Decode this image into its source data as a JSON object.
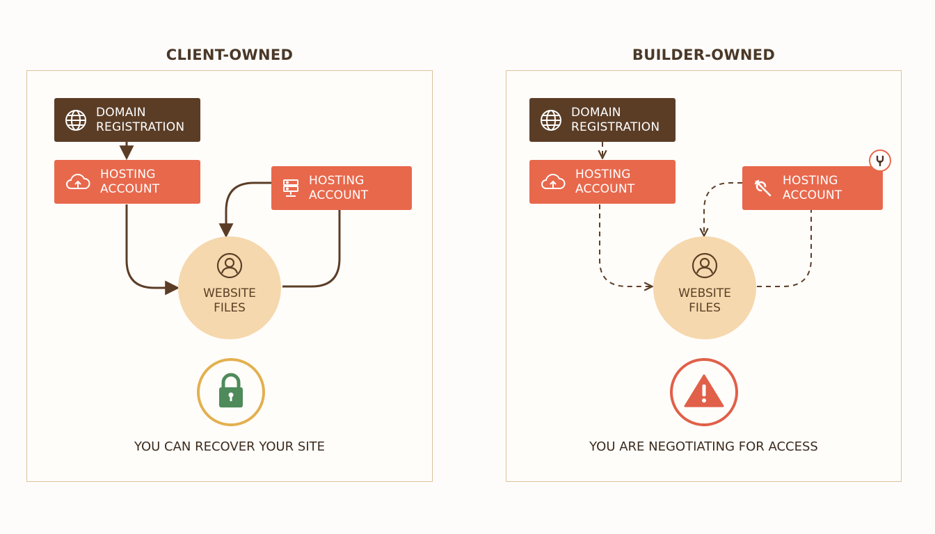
{
  "client_owned": {
    "title": "CLIENT-OWNED",
    "domain": {
      "line1": "DOMAIN",
      "line2": "REGISTRATION"
    },
    "hosting_primary": {
      "line1": "HOSTING",
      "line2": "ACCOUNT"
    },
    "hosting_secondary": {
      "line1": "HOSTING",
      "line2": "ACCOUNT"
    },
    "files": {
      "line1": "WEBSITE",
      "line2": "FILES"
    },
    "caption": "YOU CAN RECOVER YOUR SITE",
    "status_icon": "lock-icon"
  },
  "builder_owned": {
    "title": "BUILDER-OWNED",
    "domain": {
      "line1": "DOMAIN",
      "line2": "REGISTRATION"
    },
    "hosting_primary": {
      "line1": "HOSTING",
      "line2": "ACCOUNT"
    },
    "hosting_secondary": {
      "line1": "HOSTING",
      "line2": "ACCOUNT"
    },
    "files": {
      "line1": "WEBSITE",
      "line2": "FILES"
    },
    "caption": "YOU ARE NEGOTIATING FOR ACCESS",
    "status_icon": "warning-icon"
  },
  "colors": {
    "domain_box": "#5b3d26",
    "hosting_box": "#e8684c",
    "files_circle": "#f5d8ad",
    "panel_border": "#dcc19b",
    "lock_ring": "#e3b04f",
    "lock_body": "#4f8a5b",
    "warning": "#e06049",
    "connector": "#5b3d26"
  }
}
